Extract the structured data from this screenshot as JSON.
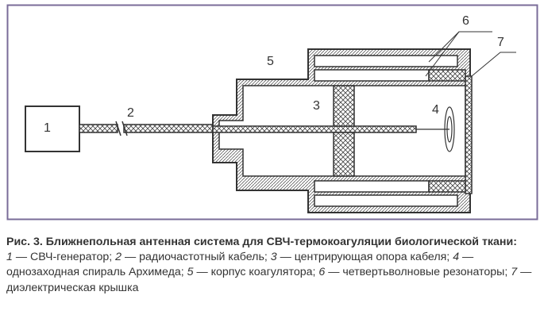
{
  "figure": {
    "labels": {
      "generator": "1",
      "cable": "2",
      "support": "3",
      "spiral": "4",
      "housing": "5",
      "resonators": "6",
      "cover": "7"
    },
    "colors": {
      "frame": "#7a6c98",
      "line": "#333333",
      "fill": "#ffffff"
    }
  },
  "caption": {
    "title": "Рис. 3. Ближнепольная антенная система для СВЧ-термокоагуляции биологической ткани:",
    "items": [
      {
        "n": "1",
        "text": " — СВЧ-генератор; "
      },
      {
        "n": "2",
        "text": " — радиочастотный кабель; "
      },
      {
        "n": "3",
        "text": " — центрирующая опора кабеля; "
      },
      {
        "n": "4",
        "text": " — однозаходная спираль Архимеда; "
      },
      {
        "n": "5",
        "text": " — корпус коагулятора; "
      },
      {
        "n": "6",
        "text": " — четвертьволновые резонаторы; "
      },
      {
        "n": "7",
        "text": " — диэлектрическая крышка"
      }
    ]
  }
}
